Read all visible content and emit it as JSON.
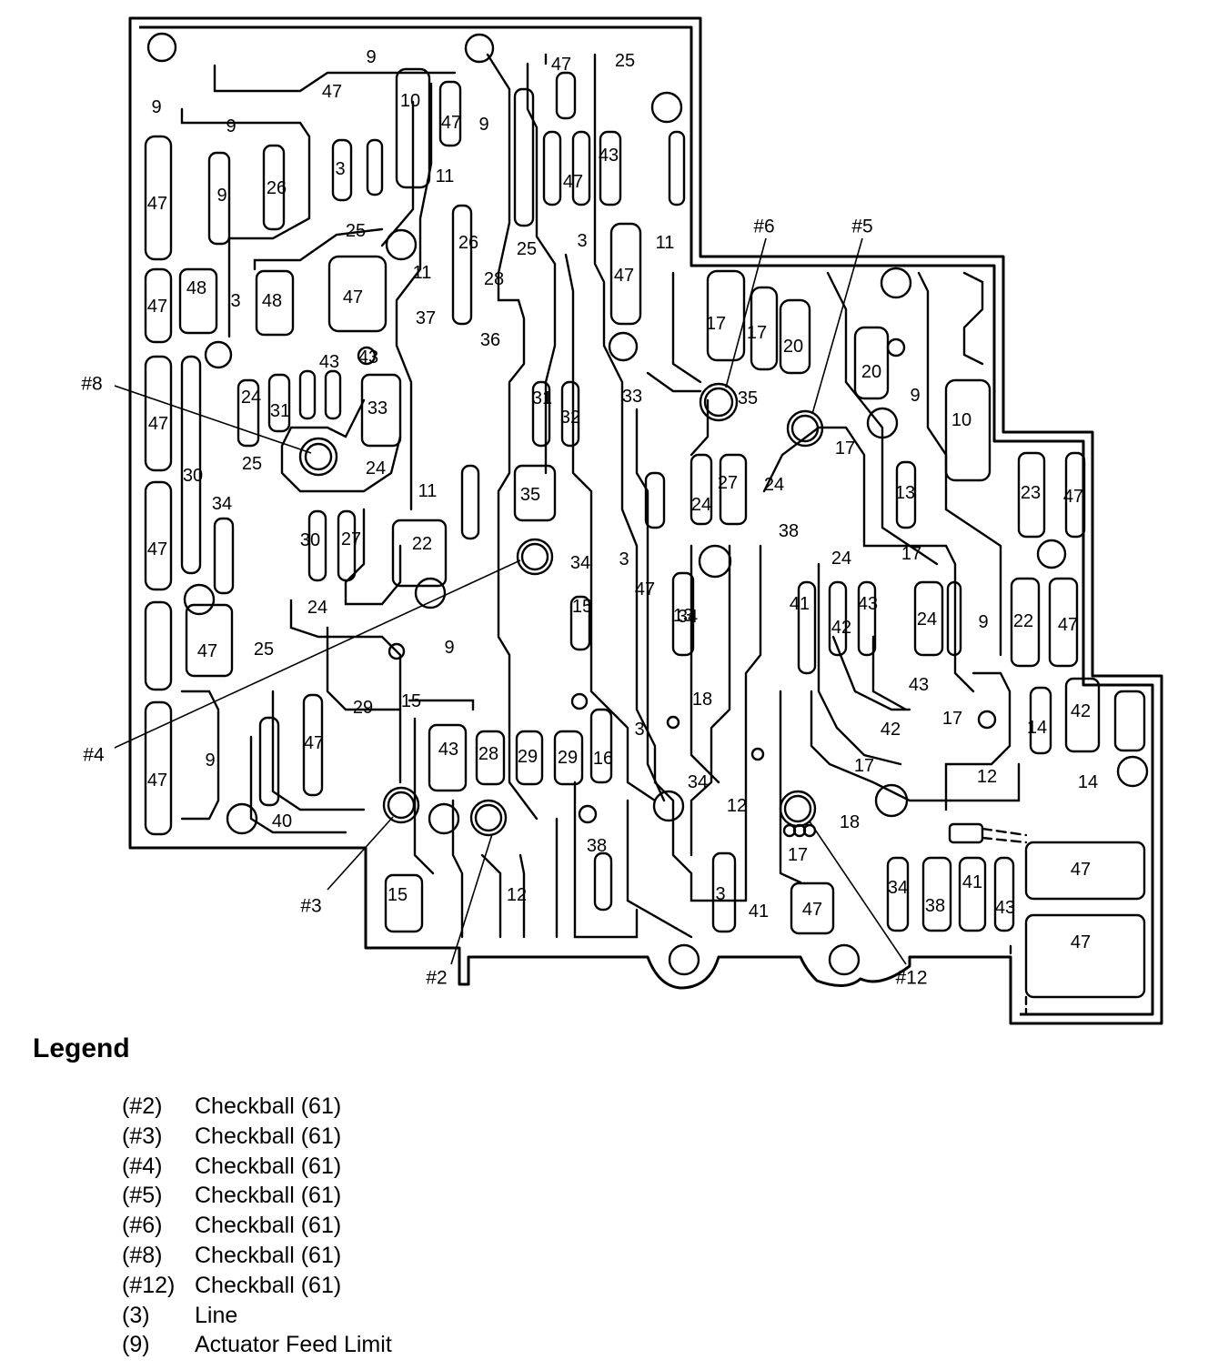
{
  "diagram": {
    "callouts": [
      "#8",
      "#6",
      "#5",
      "#4",
      "#3",
      "#2",
      "#12"
    ],
    "passage_labels": [
      "9",
      "9",
      "47",
      "25",
      "47",
      "9",
      "9",
      "47",
      "10",
      "47",
      "43",
      "47",
      "3",
      "9",
      "26",
      "11",
      "26",
      "25",
      "3",
      "11",
      "47",
      "25",
      "47",
      "48",
      "3",
      "48",
      "47",
      "28",
      "37",
      "36",
      "11",
      "43",
      "43",
      "24",
      "31",
      "33",
      "31",
      "32",
      "33",
      "47",
      "25",
      "24",
      "11",
      "35",
      "30",
      "34",
      "47",
      "27",
      "30",
      "22",
      "34",
      "3",
      "47",
      "25",
      "24",
      "47",
      "9",
      "15",
      "34",
      "15",
      "29",
      "13",
      "18",
      "3",
      "47",
      "43",
      "28",
      "29",
      "29",
      "16",
      "47",
      "9",
      "40",
      "38",
      "34",
      "12",
      "3",
      "15",
      "12",
      "41",
      "47",
      "17",
      "34",
      "38",
      "41",
      "43",
      "47",
      "47",
      "17",
      "17",
      "20",
      "35",
      "20",
      "9",
      "10",
      "17",
      "24",
      "27",
      "24",
      "13",
      "23",
      "47",
      "38",
      "24",
      "17",
      "41",
      "43",
      "24",
      "42",
      "43",
      "9",
      "22",
      "47",
      "42",
      "17",
      "42",
      "14",
      "14",
      "12",
      "18",
      "17"
    ],
    "colors": {
      "ink": "#000000",
      "background": "#ffffff"
    }
  },
  "legend": {
    "title": "Legend",
    "items": [
      {
        "code": "(#2)",
        "description": "Checkball (61)"
      },
      {
        "code": "(#3)",
        "description": "Checkball (61)"
      },
      {
        "code": "(#4)",
        "description": "Checkball (61)"
      },
      {
        "code": "(#5)",
        "description": "Checkball (61)"
      },
      {
        "code": "(#6)",
        "description": "Checkball (61)"
      },
      {
        "code": "(#8)",
        "description": "Checkball (61)"
      },
      {
        "code": "(#12)",
        "description": "Checkball (61)"
      },
      {
        "code": "(3)",
        "description": "Line"
      },
      {
        "code": "(9)",
        "description": "Actuator Feed Limit"
      }
    ]
  }
}
